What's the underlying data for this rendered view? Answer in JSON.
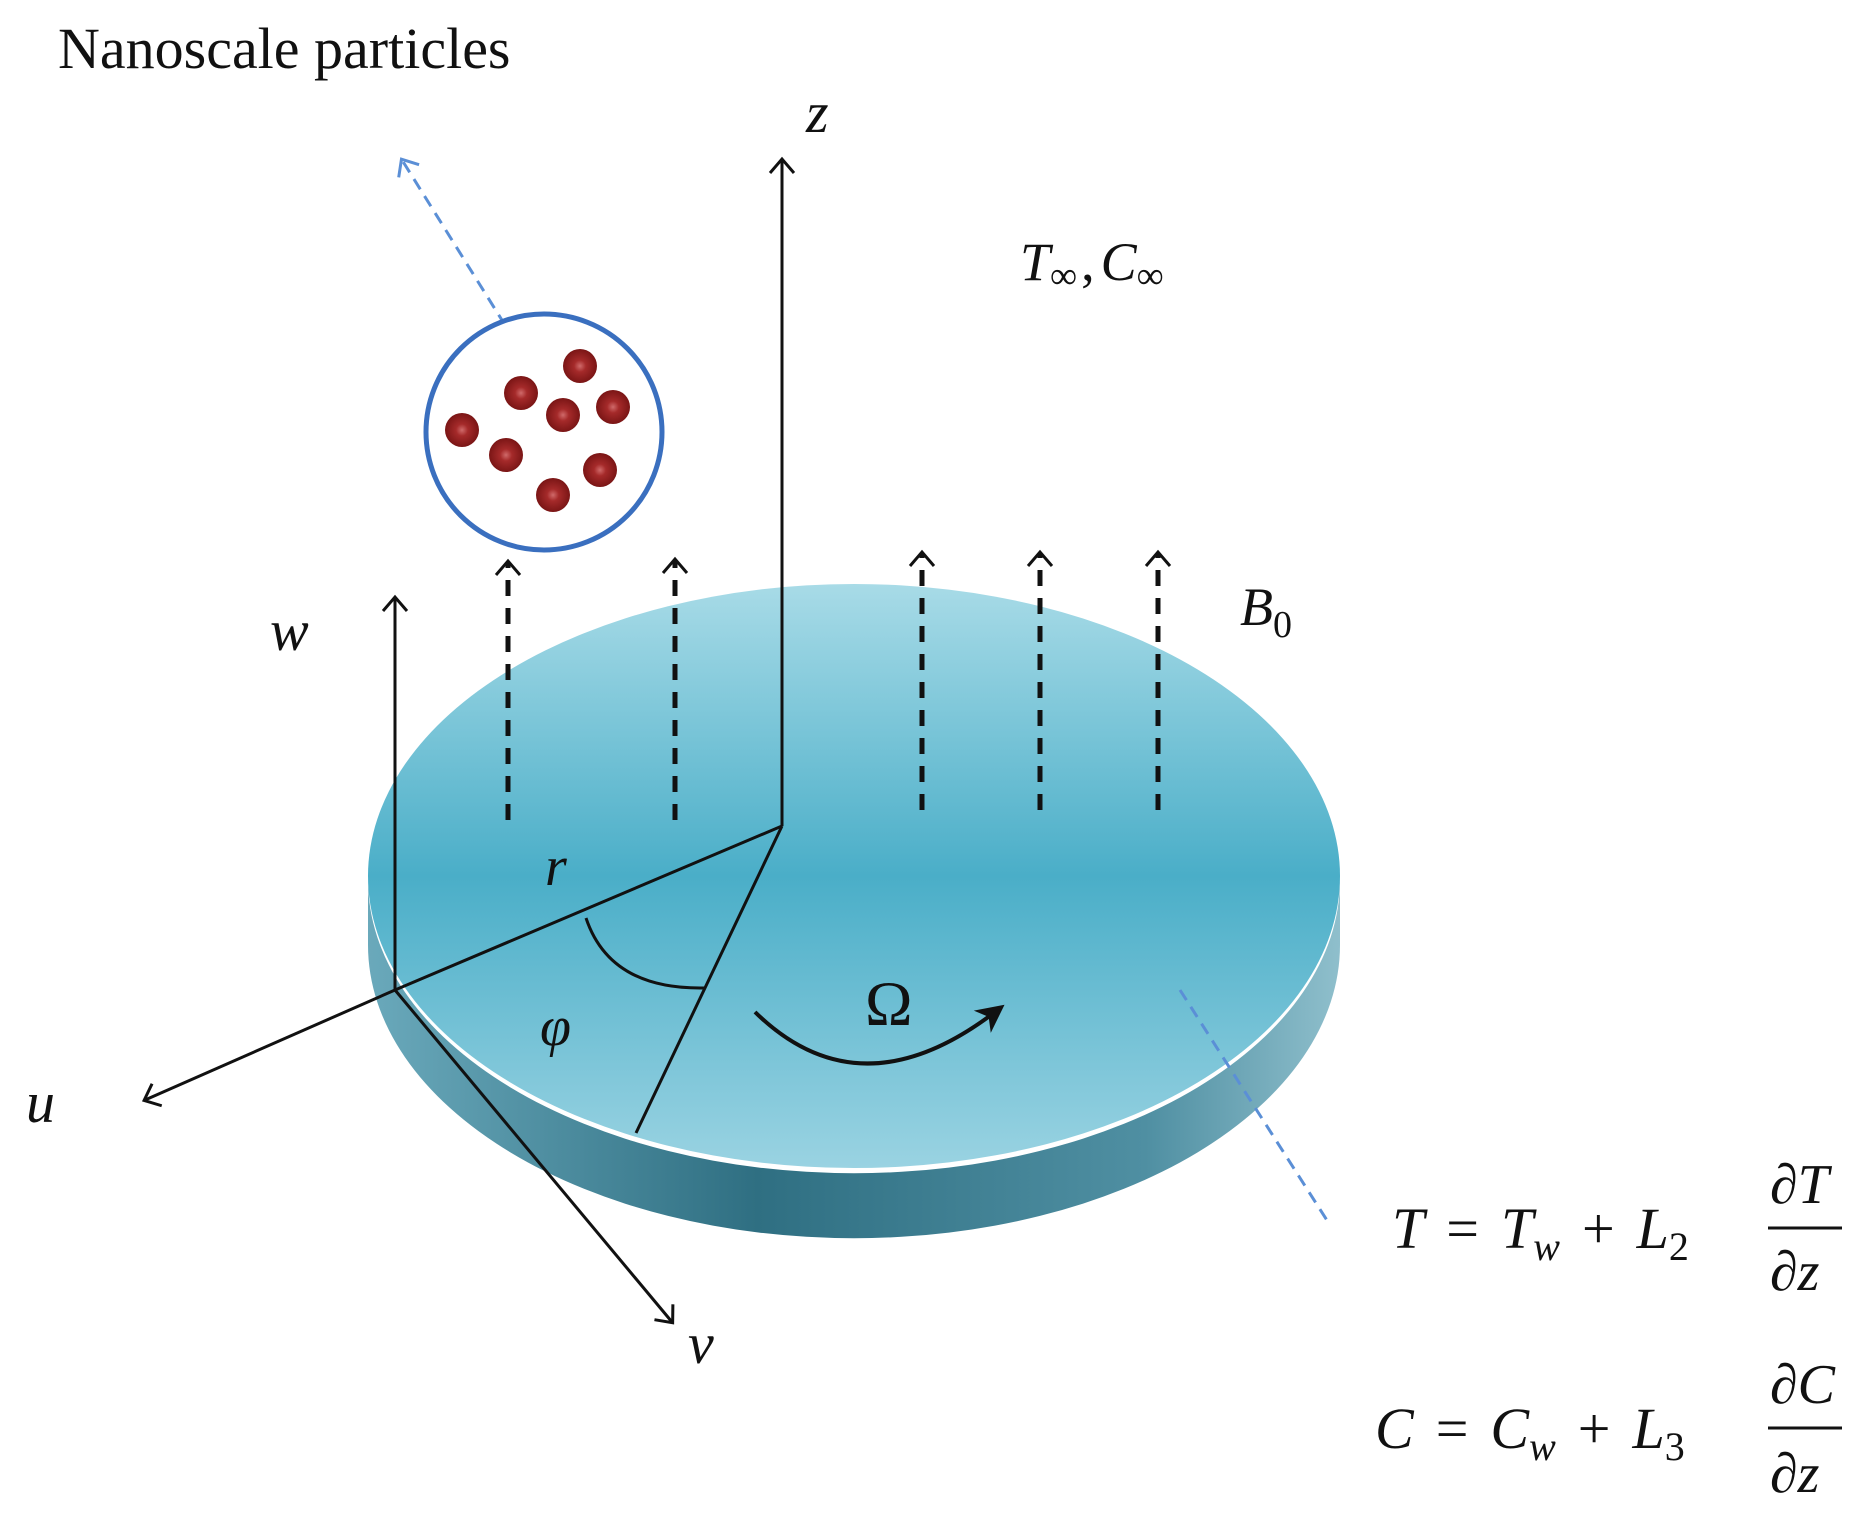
{
  "title": "Nanoscale particles",
  "axes": {
    "z": "z",
    "w": "w",
    "u": "u",
    "v": "v",
    "r": "r",
    "phi": "φ"
  },
  "ambient": {
    "T": "T",
    "inf": "∞",
    "sep": ",",
    "C": "C"
  },
  "field": {
    "B": "B",
    "sub": "0"
  },
  "rotation": "Ω",
  "boundary": {
    "temp": {
      "lhs": "T",
      "eq": "=",
      "base": "T",
      "base_sub": "w",
      "plus": "+",
      "coef": "L",
      "coef_sub": "2",
      "num": "∂T",
      "den": "∂z"
    },
    "conc": {
      "lhs": "C",
      "eq": "=",
      "base": "C",
      "base_sub": "w",
      "plus": "+",
      "coef": "L",
      "coef_sub": "3",
      "num": "∂C",
      "den": "∂z"
    }
  },
  "colors": {
    "disk_top_light": "#97d0df",
    "disk_top_mid": "#4aaec8",
    "disk_side": "#3f7f93",
    "circle": "#3a6fbf",
    "particle": "#8b1c1c",
    "dashed_blue": "#5b8fd6"
  }
}
